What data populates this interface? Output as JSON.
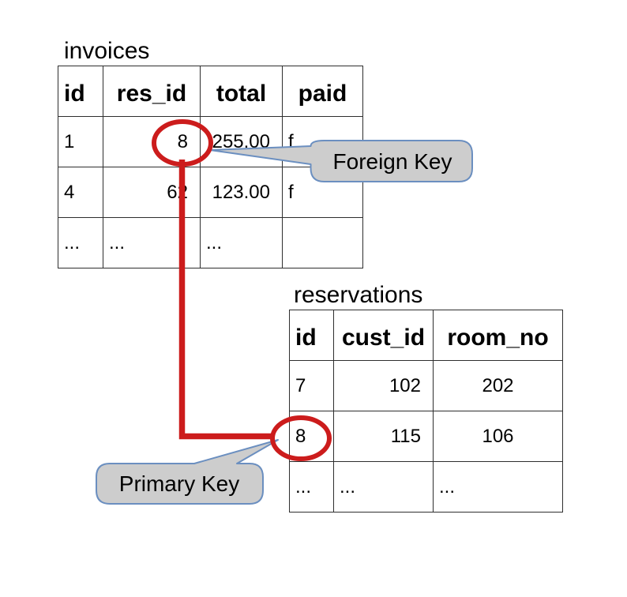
{
  "colors": {
    "highlight_red": "#cc1c1c",
    "callout_fill": "#cdcdcd",
    "callout_border": "#6b8fc0"
  },
  "invoices": {
    "title": "invoices",
    "headers": [
      "id",
      "res_id",
      "total",
      "paid"
    ],
    "rows": [
      [
        "1",
        "8",
        "255.00",
        "f"
      ],
      [
        "4",
        "62",
        "123.00",
        "f"
      ],
      [
        "...",
        "...",
        "...",
        ""
      ]
    ]
  },
  "reservations": {
    "title": "reservations",
    "headers": [
      "id",
      "cust_id",
      "room_no"
    ],
    "rows": [
      [
        "7",
        "102",
        "202"
      ],
      [
        "8",
        "115",
        "106"
      ],
      [
        "...",
        "...",
        "..."
      ]
    ]
  },
  "callouts": {
    "foreign_key": "Foreign Key",
    "primary_key": "Primary Key"
  }
}
